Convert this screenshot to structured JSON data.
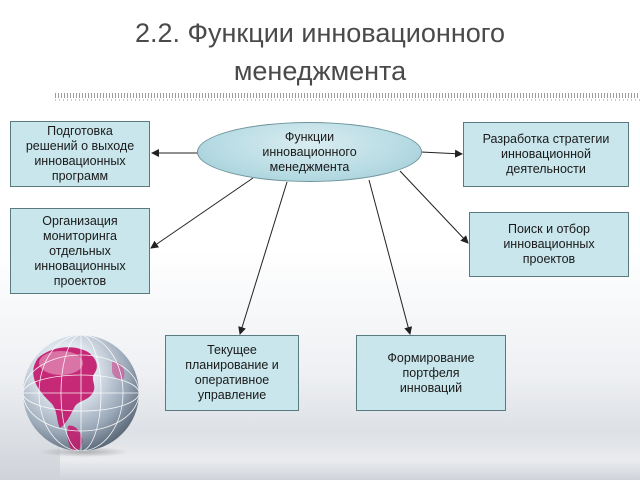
{
  "title": {
    "line1": "2.2.  Функции инновационного",
    "line2": "менеджмента"
  },
  "hub": {
    "line1": "Функции",
    "line2": "инновационного",
    "line3": "менеджмента"
  },
  "nodes": {
    "preparation": [
      "Подготовка",
      "решений о выходе",
      "инновационных",
      "программ"
    ],
    "monitoring": [
      "Организация",
      "мониторинга",
      "отдельных",
      "инновационных",
      "проектов"
    ],
    "current_planning": [
      "Текущее",
      "планирование и",
      "оперативное",
      "управление"
    ],
    "portfolio": [
      "Формирование",
      "портфеля",
      "инноваций"
    ],
    "strategy": [
      "Разработка стратегии",
      "инновационной",
      "деятельности"
    ],
    "search": [
      "Поиск и отбор",
      "инновационных",
      "проектов"
    ]
  },
  "colors": {
    "node_fill": "#c8e6ec",
    "node_border": "#5a7a82",
    "title": "#4a4a4a",
    "arrow": "#222222"
  },
  "icons": {
    "globe": "globe-icon"
  }
}
